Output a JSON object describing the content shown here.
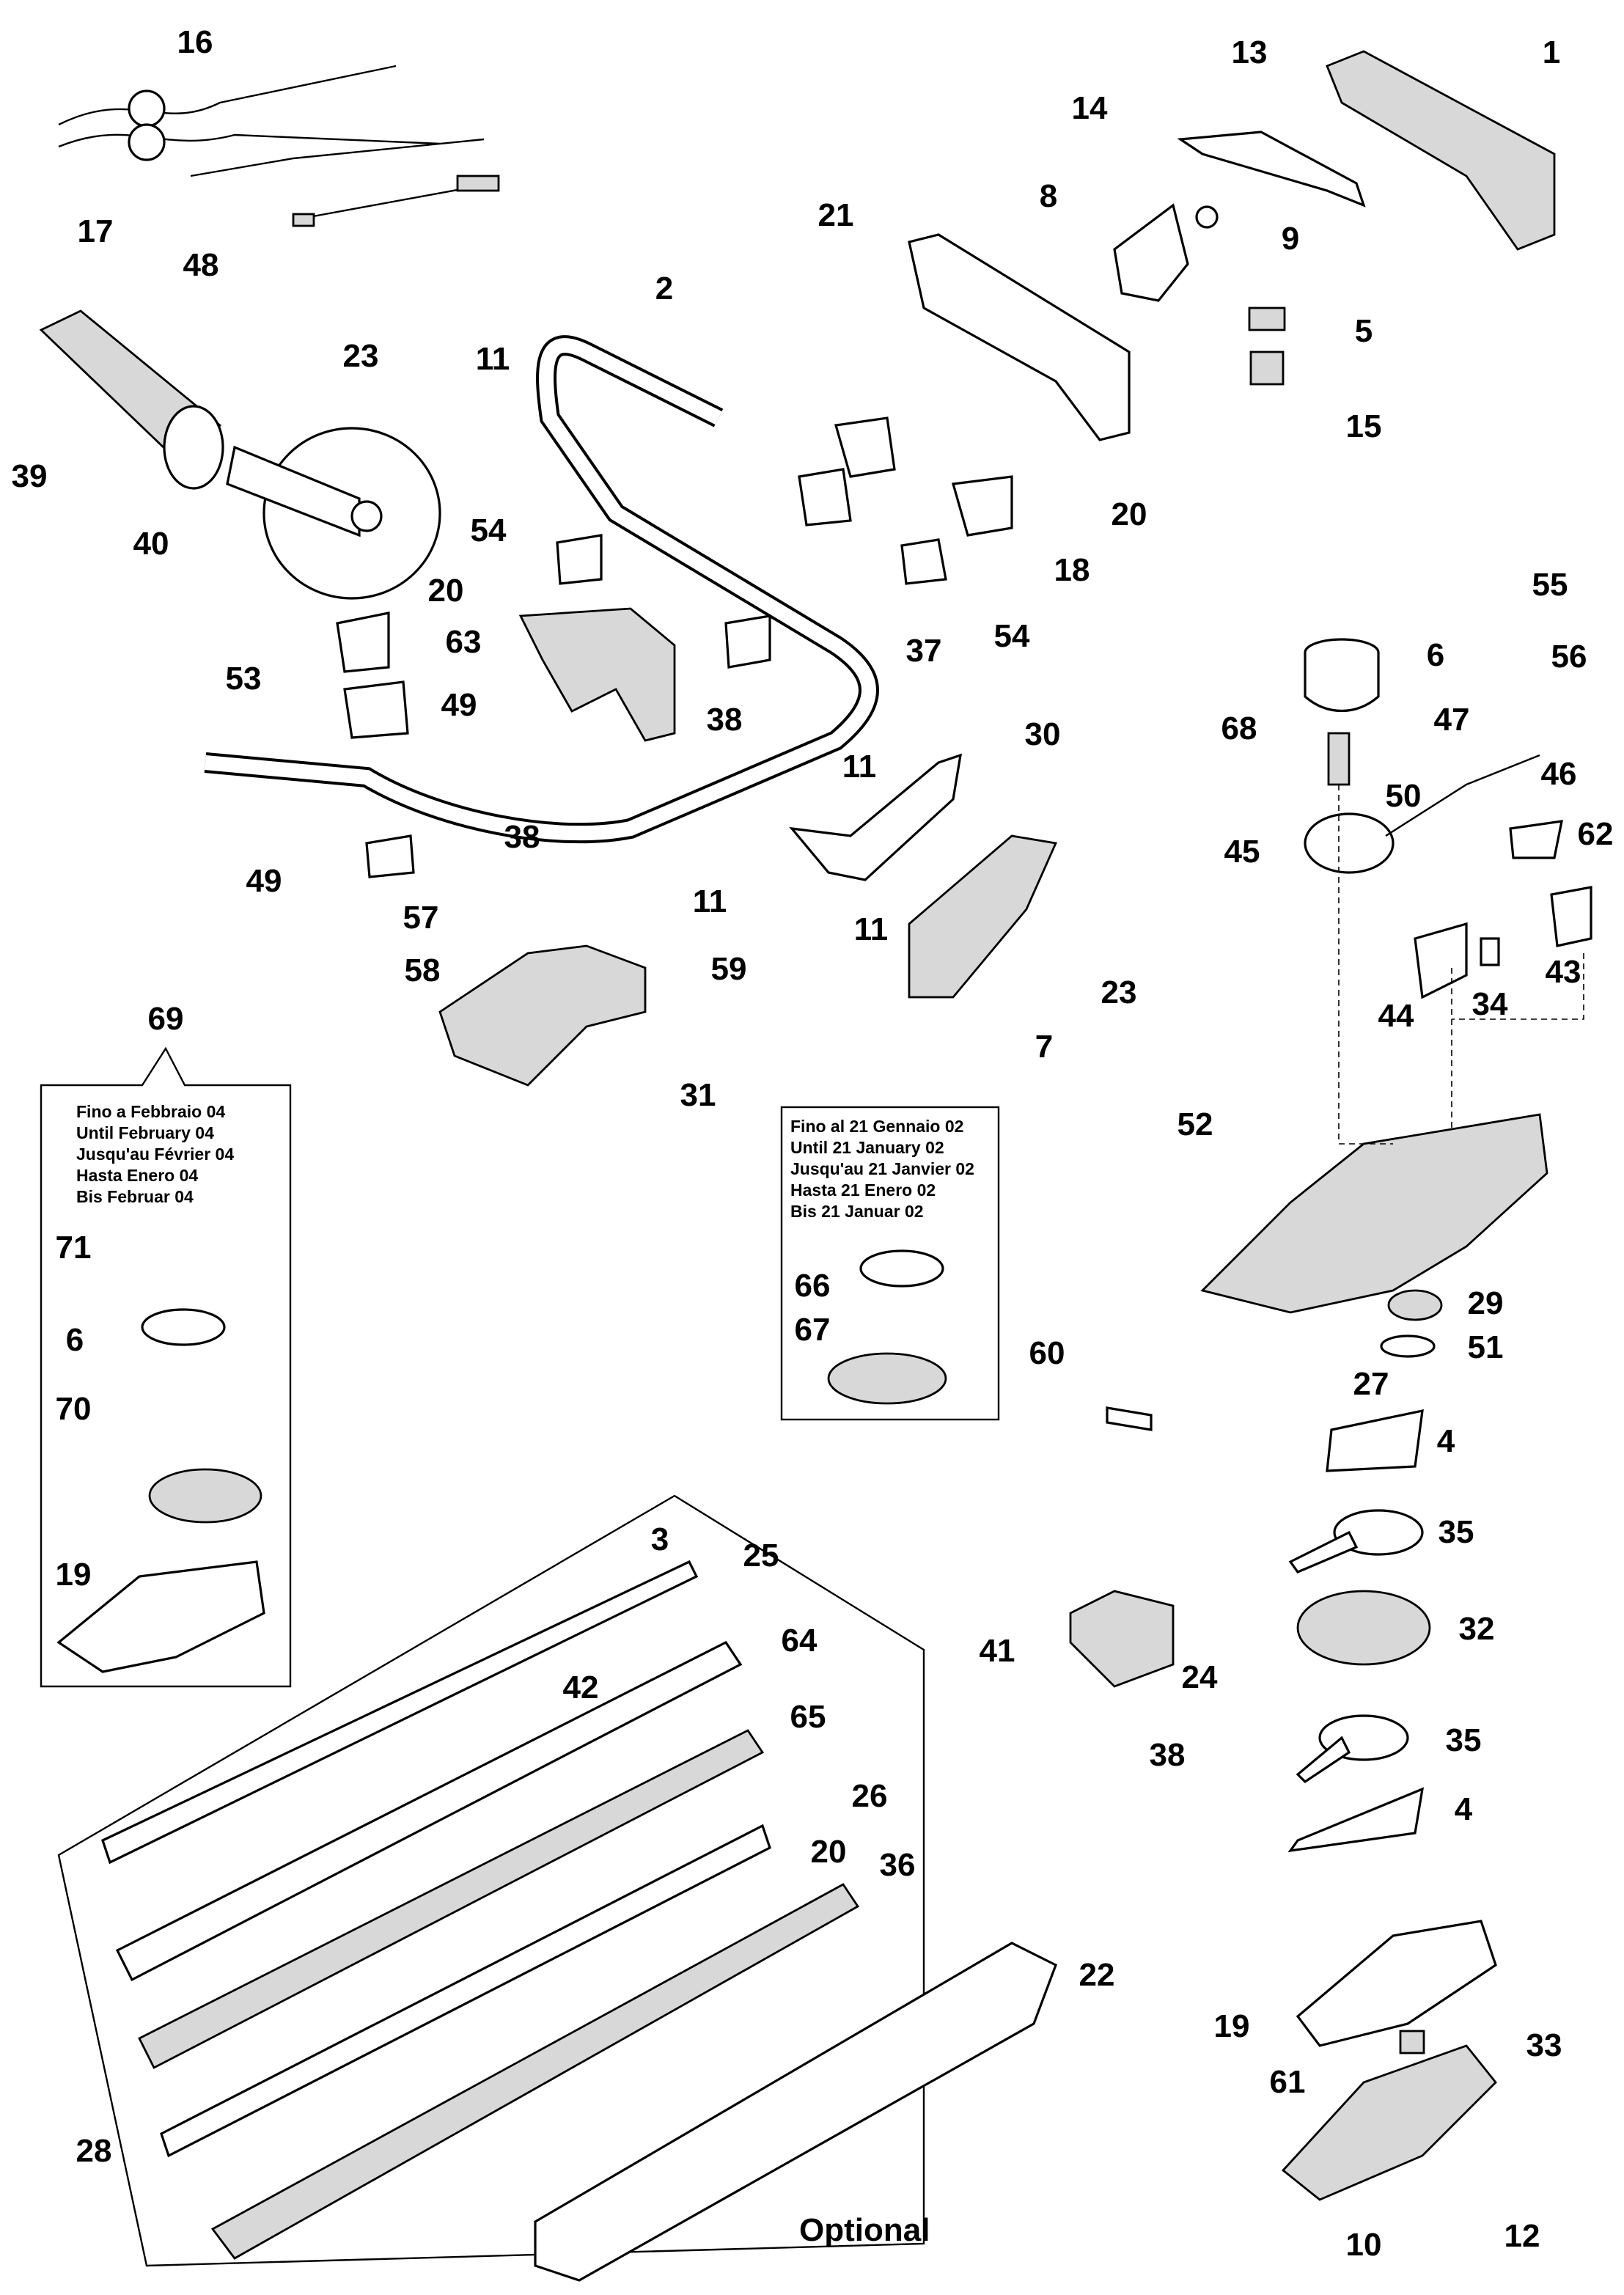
{
  "diagram": {
    "type": "exploded-parts-diagram",
    "callouts": [
      "16",
      "17",
      "48",
      "13",
      "1",
      "14",
      "21",
      "8",
      "9",
      "5",
      "15",
      "2",
      "23",
      "11",
      "39",
      "40",
      "54",
      "20",
      "20",
      "18",
      "54",
      "37",
      "63",
      "53",
      "38",
      "49",
      "55",
      "56",
      "6",
      "68",
      "47",
      "46",
      "50",
      "45",
      "62",
      "30",
      "11",
      "11",
      "23",
      "7",
      "49",
      "38",
      "57",
      "11",
      "58",
      "59",
      "31",
      "44",
      "34",
      "43",
      "69",
      "71",
      "6",
      "70",
      "19",
      "52",
      "66",
      "67",
      "29",
      "51",
      "27",
      "60",
      "4",
      "35",
      "32",
      "3",
      "25",
      "41",
      "64",
      "42",
      "24",
      "38",
      "65",
      "35",
      "26",
      "4",
      "20",
      "36",
      "22",
      "19",
      "33",
      "61",
      "28",
      "10",
      "12"
    ],
    "optional_label": "Optional",
    "note_69": [
      "Fino a Febbraio 04",
      "Until February 04",
      "Jusqu'au Février 04",
      "Hasta Enero 04",
      "Bis Februar 04"
    ],
    "note_66_67": [
      "Fino al 21 Gennaio 02",
      "Until 21 January 02",
      "Jusqu'au 21 Janvier 02",
      "Hasta 21 Enero 02",
      "Bis 21 Januar 02"
    ]
  }
}
